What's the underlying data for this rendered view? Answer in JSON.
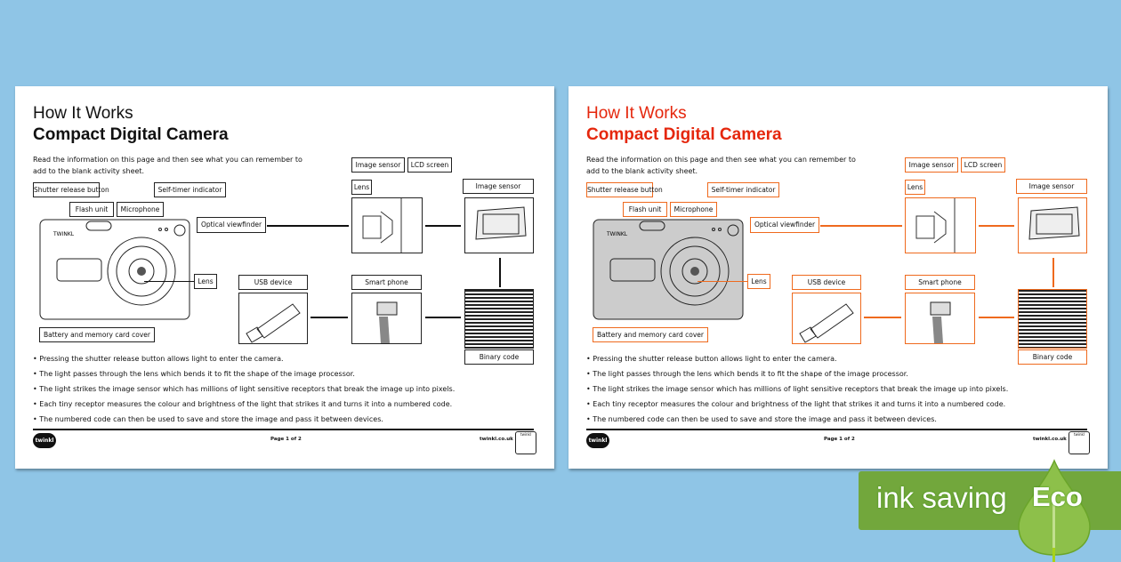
{
  "worksheet": {
    "heading": "How It Works",
    "title": "Compact Digital Camera",
    "intro": "Read the information on this page and then see what you can remember to add to the blank activity sheet.",
    "labels": {
      "shutter": "Shutter release button",
      "flash": "Flash unit",
      "microphone": "Microphone",
      "self_timer": "Self-timer indicator",
      "viewfinder": "Optical viewfinder",
      "lens": "Lens",
      "battery": "Battery and memory card cover",
      "image_sensor_small": "Image sensor",
      "lcd": "LCD screen",
      "lens_small": "Lens",
      "image_sensor": "Image sensor",
      "binary": "Binary code",
      "usb": "USB device",
      "phone": "Smart phone",
      "camera_brand": "TWINKL"
    },
    "bullets": [
      "• Pressing the shutter release button allows light to enter the camera.",
      "• The light passes through the lens which bends it to fit the shape of the image processor.",
      "• The light strikes the image sensor which has millions of light sensitive receptors that break the image up into pixels.",
      "• Each tiny receptor measures the colour and brightness of the light that strikes it and turns it into a numbered code.",
      "• The numbered code can then be used to save and store the image and pass it between devices."
    ],
    "footer": {
      "logo": "twinkl",
      "page": "Page 1 of 2",
      "site": "twinkl.co.uk",
      "badge": "twinkl"
    }
  },
  "banner": {
    "text": "ink saving",
    "eco": "Eco"
  },
  "colors": {
    "background": "#8fc5e6",
    "eco_title": "#e5270d",
    "eco_border": "#ef6a1e",
    "banner": "#72a73c"
  }
}
